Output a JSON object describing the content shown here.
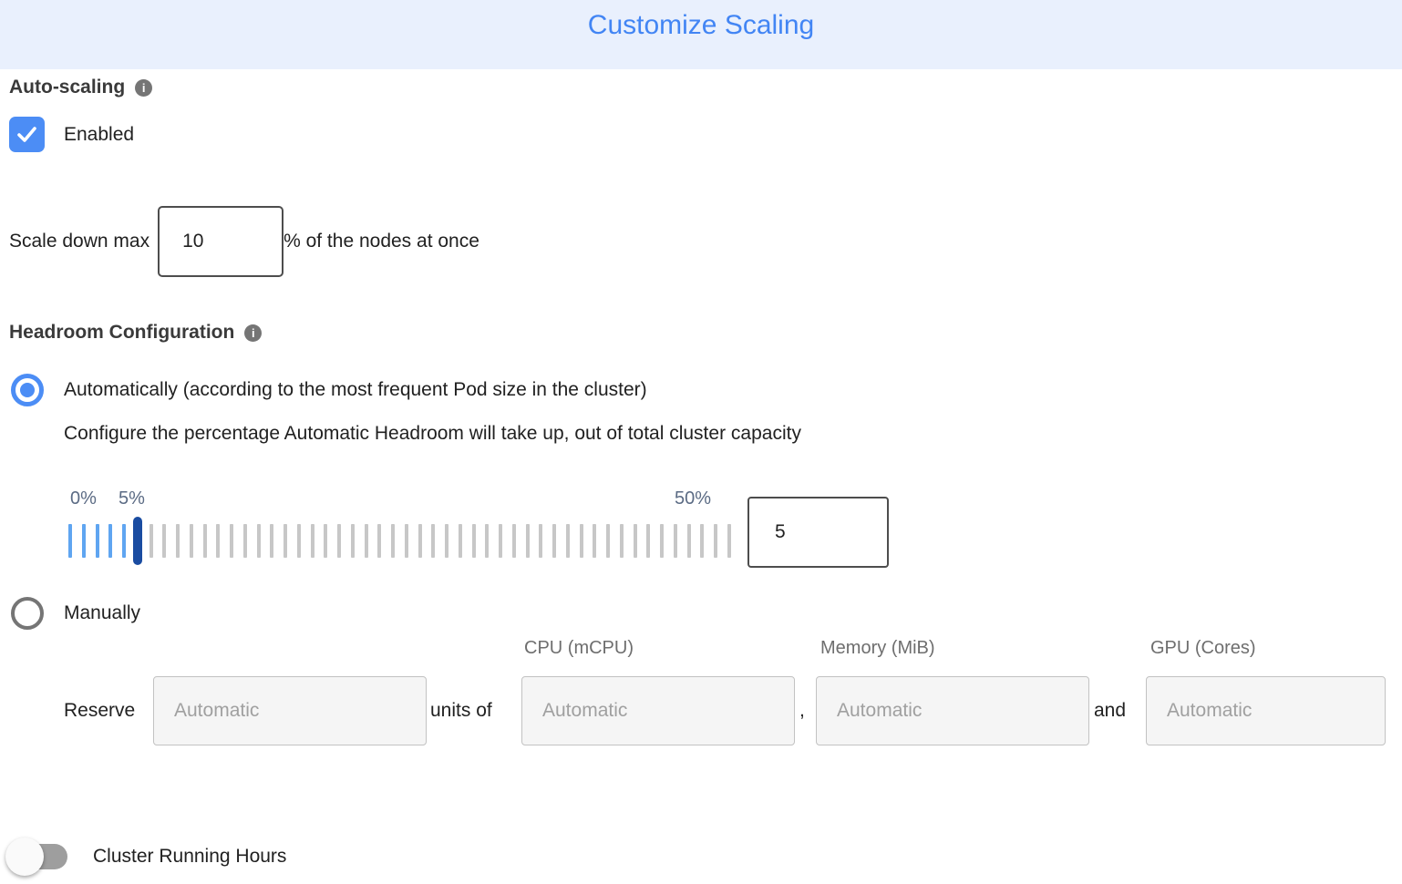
{
  "header": {
    "title": "Customize Scaling",
    "title_color": "#4285f4",
    "background": "#e9f0fd"
  },
  "autoscaling": {
    "label": "Auto-scaling",
    "info_icon_glyph": "i",
    "checkbox_checked": true,
    "enabled_label": "Enabled",
    "checkbox_color": "#4c8df5"
  },
  "scale_down": {
    "prefix": "Scale down max",
    "value": "10",
    "suffix": "% of the nodes at once"
  },
  "headroom": {
    "label": "Headroom Configuration",
    "info_icon_glyph": "i",
    "automatic_option_label": "Automatically (according to the most frequent Pod size in the cluster)",
    "automatic_selected": true,
    "description": "Configure the percentage Automatic Headroom will take up, out of total cluster capacity",
    "slider": {
      "min_label": "0%",
      "current_label": "5%",
      "max_label": "50%",
      "value": "5",
      "total_ticks": 50,
      "active_tick": 5,
      "colors": {
        "active": "#5fa5f1",
        "inactive": "#c7c7c7",
        "handle": "#1a4ca1"
      }
    },
    "manual_option_label": "Manually",
    "manual_selected": false
  },
  "reserve": {
    "label": "Reserve",
    "units_of": "units of",
    "comma": ",",
    "and": "and",
    "placeholder": "Automatic",
    "columns": {
      "cpu": "CPU (mCPU)",
      "memory": "Memory (MiB)",
      "gpu": "GPU (Cores)"
    }
  },
  "cluster_running_hours": {
    "label": "Cluster Running Hours",
    "enabled": false
  }
}
